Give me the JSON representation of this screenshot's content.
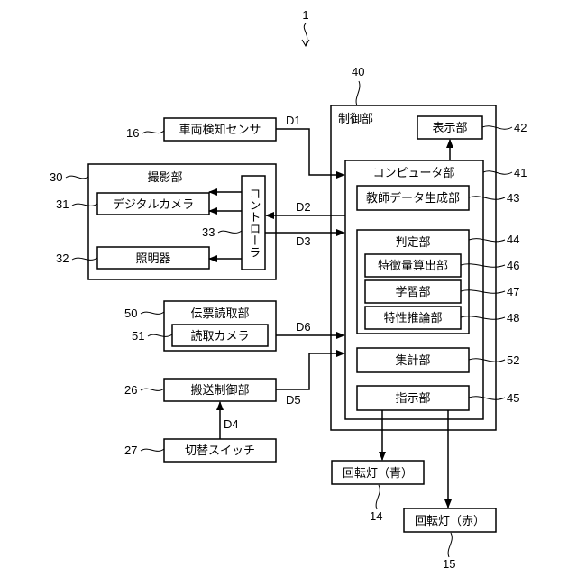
{
  "figure_number": "1",
  "sensor": {
    "label": "車両検知センサ",
    "ref": "16"
  },
  "imaging_unit": {
    "title": "撮影部",
    "ref": "30",
    "camera": {
      "label": "デジタルカメラ",
      "ref": "31"
    },
    "light": {
      "label": "照明器",
      "ref": "32"
    },
    "controller": {
      "label": "コントローラ",
      "ref": "33"
    }
  },
  "slip_reader": {
    "title": "伝票読取部",
    "ref": "50",
    "camera": {
      "label": "読取カメラ",
      "ref": "51"
    }
  },
  "transport": {
    "label": "搬送制御部",
    "ref": "26"
  },
  "switch": {
    "label": "切替スイッチ",
    "ref": "27"
  },
  "control_unit": {
    "title": "制御部",
    "ref": "40",
    "display": {
      "label": "表示部",
      "ref": "42"
    },
    "computer": {
      "title": "コンピュータ部",
      "ref": "41",
      "teacher": {
        "label": "教師データ生成部",
        "ref": "43"
      },
      "judge": {
        "title": "判定部",
        "ref": "44",
        "feature": {
          "label": "特徴量算出部",
          "ref": "46"
        },
        "learning": {
          "label": "学習部",
          "ref": "47"
        },
        "estimate": {
          "label": "特性推論部",
          "ref": "48"
        }
      },
      "tally": {
        "label": "集計部",
        "ref": "52"
      },
      "instruct": {
        "label": "指示部",
        "ref": "45"
      }
    }
  },
  "lamp_blue": {
    "label": "回転灯（青）",
    "ref": "14"
  },
  "lamp_red": {
    "label": "回転灯（赤）",
    "ref": "15"
  },
  "signals": {
    "d1": "D1",
    "d2": "D2",
    "d3": "D3",
    "d4": "D4",
    "d5": "D5",
    "d6": "D6"
  }
}
